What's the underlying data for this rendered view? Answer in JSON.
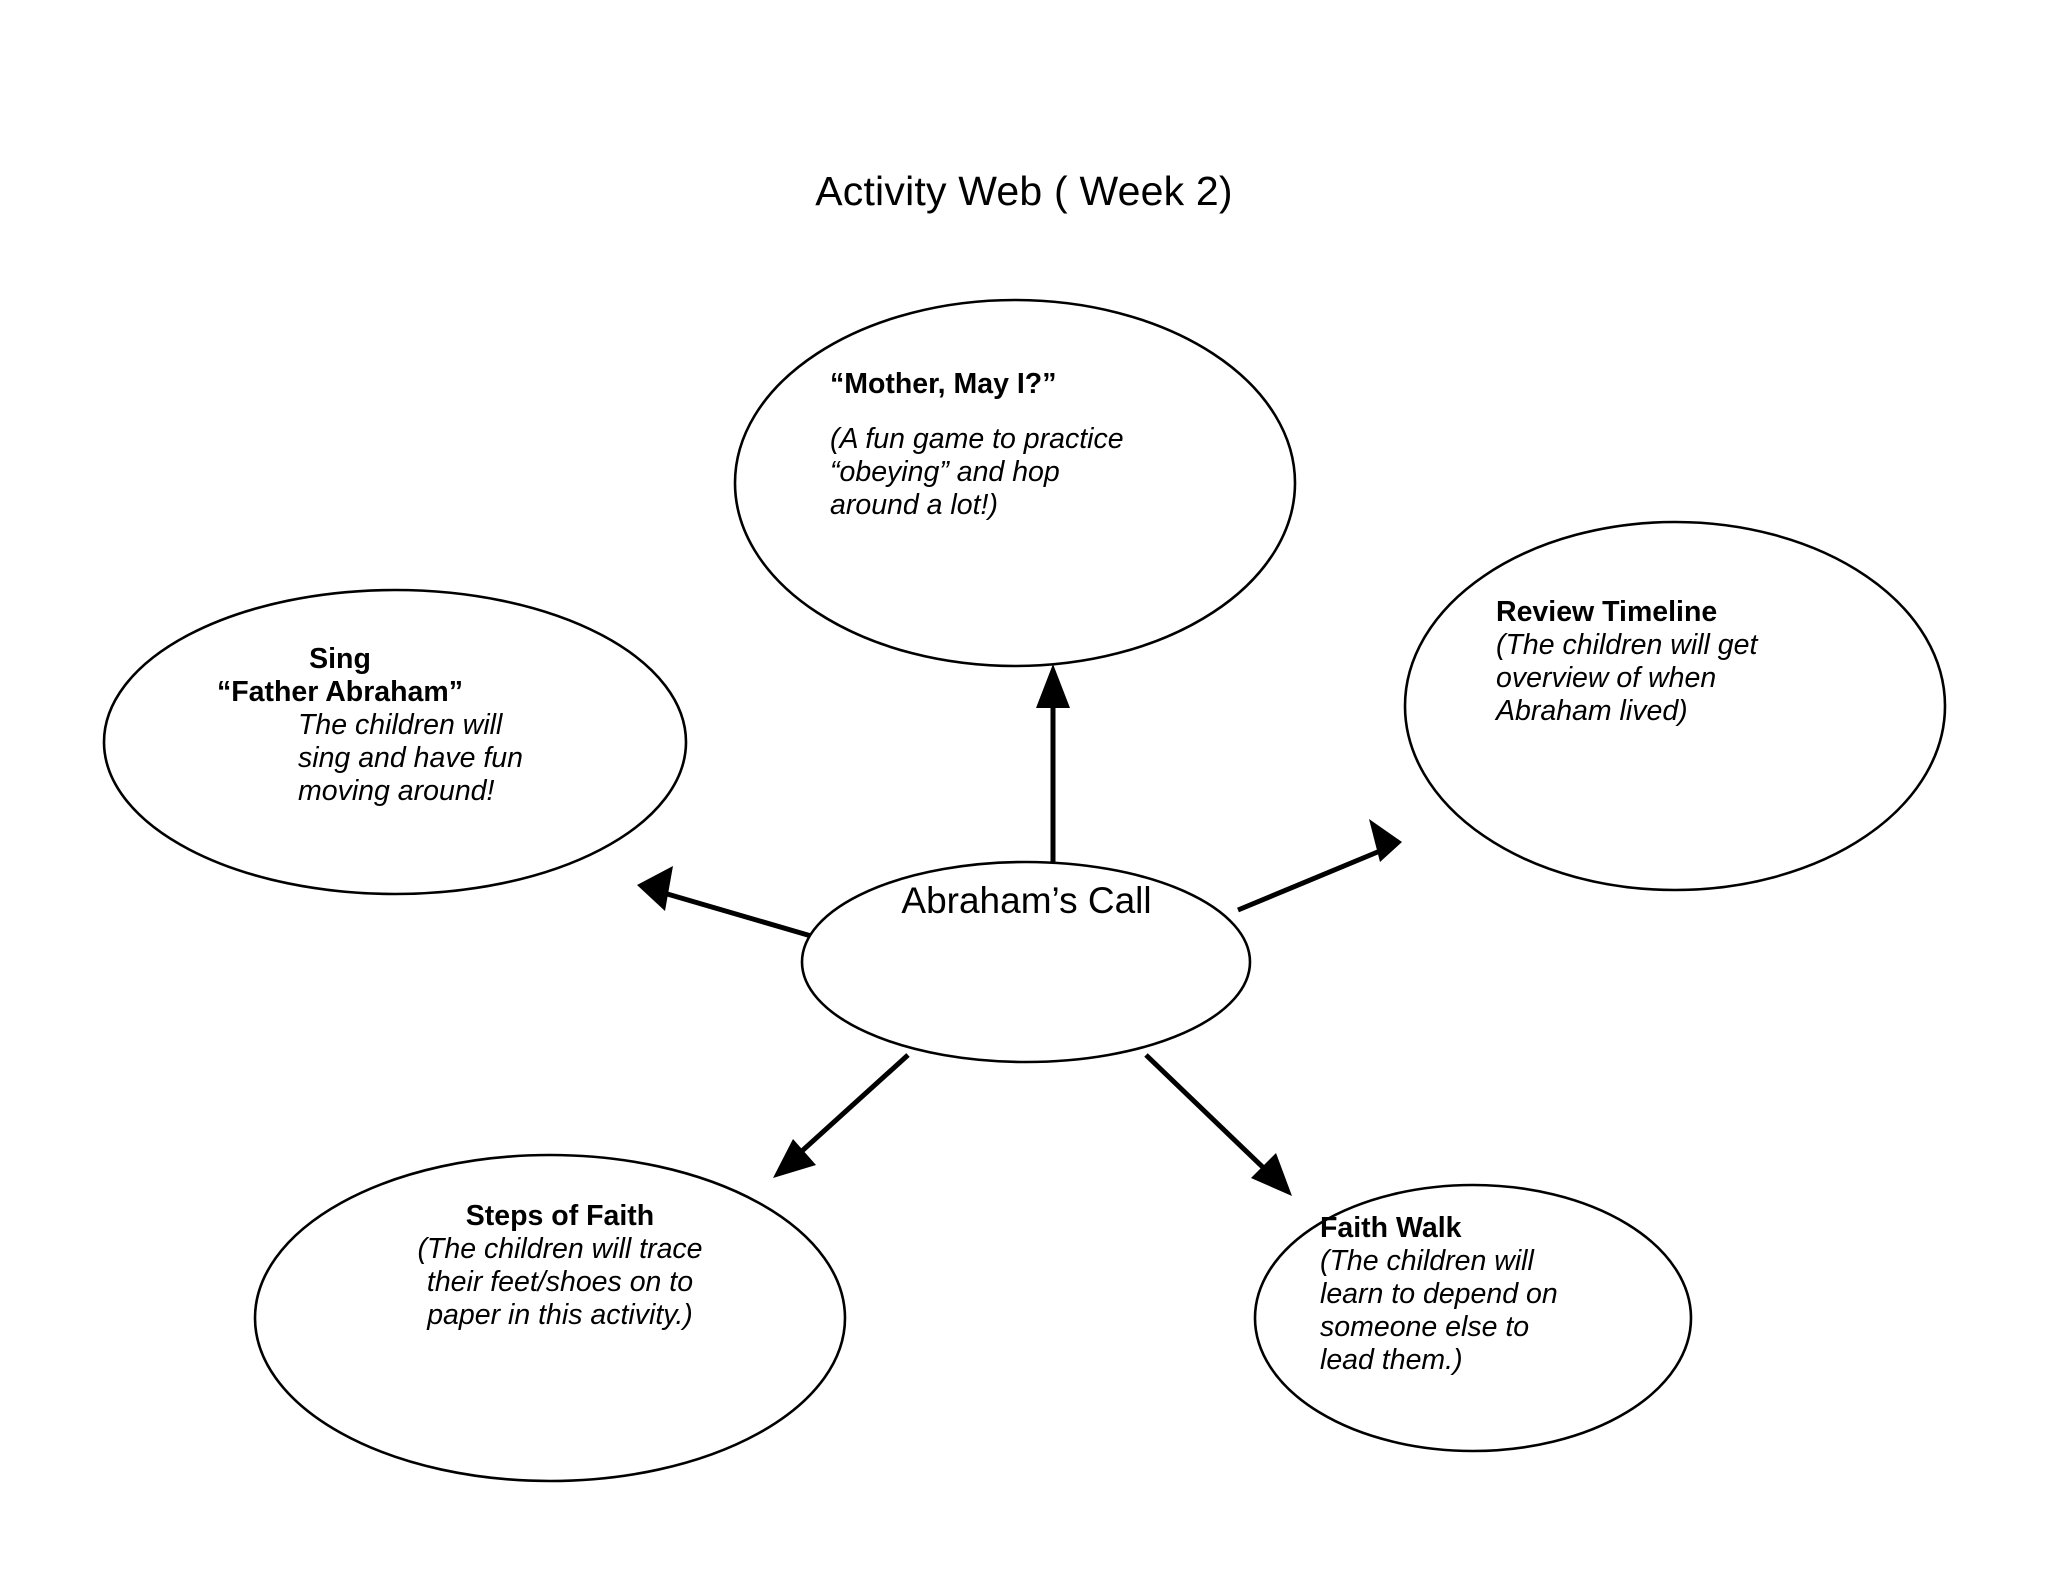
{
  "title": "Activity Web ( Week 2)",
  "chart_data": {
    "type": "diagram",
    "title": "Activity Web ( Week 2)",
    "diagram_kind": "concept-web",
    "center": "Abraham’s Call",
    "nodes": [
      "“Mother, May I?”",
      "Sing “Father Abraham”",
      "Review Timeline",
      "Steps of Faith",
      "Faith Walk"
    ],
    "edges": [
      {
        "from": "Abraham’s Call",
        "to": "“Mother, May I?”",
        "direction": "up"
      },
      {
        "from": "Abraham’s Call",
        "to": "Sing “Father Abraham”",
        "direction": "up-left"
      },
      {
        "from": "Abraham’s Call",
        "to": "Review Timeline",
        "direction": "up-right"
      },
      {
        "from": "Abraham’s Call",
        "to": "Steps of Faith",
        "direction": "down-left"
      },
      {
        "from": "Abraham’s Call",
        "to": "Faith Walk",
        "direction": "down-right"
      }
    ]
  },
  "center_node": {
    "label": "Abraham’s Call"
  },
  "top_node": {
    "heading": "“Mother, May I?”",
    "body_line1": "(A fun game to practice",
    "body_line2": "“obeying” and hop",
    "body_line3": "around a lot!)"
  },
  "left_node": {
    "heading_line1": "Sing",
    "heading_line2": "“Father Abraham”",
    "body_line1": "The children will",
    "body_line2": "sing and have fun",
    "body_line3": "moving around!"
  },
  "right_node": {
    "heading": "Review Timeline",
    "body_line1": "(The children will get",
    "body_line2": "overview of when",
    "body_line3": "Abraham lived)"
  },
  "bottom_left_node": {
    "heading": "Steps of Faith",
    "body_line1": "(The children will trace",
    "body_line2": "their feet/shoes on to",
    "body_line3": "paper in this activity.)"
  },
  "bottom_right_node": {
    "heading": "Faith Walk",
    "body_line1": "(The children will",
    "body_line2": "learn to depend on",
    "body_line3": "someone else to",
    "body_line4": "lead them.)"
  },
  "colors": {
    "stroke": "#000000",
    "fill": "#ffffff",
    "text": "#000000"
  }
}
